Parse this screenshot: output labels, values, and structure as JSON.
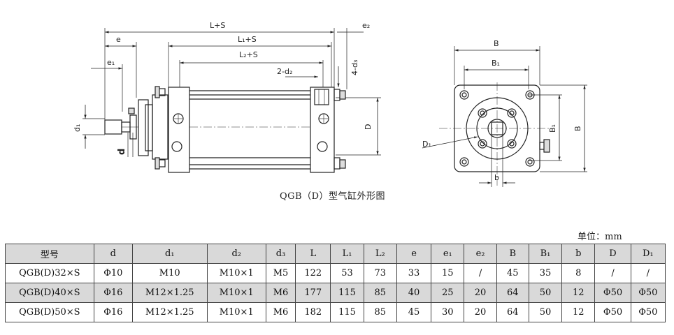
{
  "drawing": {
    "dims": {
      "L_S": "L+S",
      "e2": "e₂",
      "e": "e",
      "L1_S": "L₁+S",
      "e1": "e₁",
      "L2_S": "L₂+S",
      "two_d2": "2-d₂",
      "four_d3": "4-d₃",
      "d1": "d₁",
      "D": "D",
      "d": "d",
      "B_top": "B",
      "B1_top": "B₁",
      "B1_side": "B₁",
      "B_side": "B",
      "D1": "D₁",
      "b": "b"
    },
    "caption": "QGB（D）型气缸外形图"
  },
  "unit_label": "单位：mm",
  "table": {
    "headers": [
      "型号",
      "d",
      "d₁",
      "d₂",
      "d₃",
      "L",
      "L₁",
      "L₂",
      "e",
      "e₁",
      "e₂",
      "B",
      "B₁",
      "b",
      "D",
      "D₁"
    ],
    "rows": [
      [
        "QGB(D)32×S",
        "Φ10",
        "M10",
        "M10×1",
        "M5",
        "122",
        "53",
        "73",
        "33",
        "15",
        "/",
        "45",
        "35",
        "8",
        "/",
        "/"
      ],
      [
        "QGB(D)40×S",
        "Φ16",
        "M12×1.25",
        "M10×1",
        "M6",
        "177",
        "115",
        "85",
        "40",
        "25",
        "20",
        "64",
        "50",
        "12",
        "Φ50",
        "Φ50"
      ],
      [
        "QGB(D)50×S",
        "Φ16",
        "M12×1.25",
        "M10×1",
        "M6",
        "182",
        "115",
        "85",
        "45",
        "30",
        "20",
        "64",
        "50",
        "12",
        "Φ50",
        "Φ50"
      ]
    ]
  }
}
